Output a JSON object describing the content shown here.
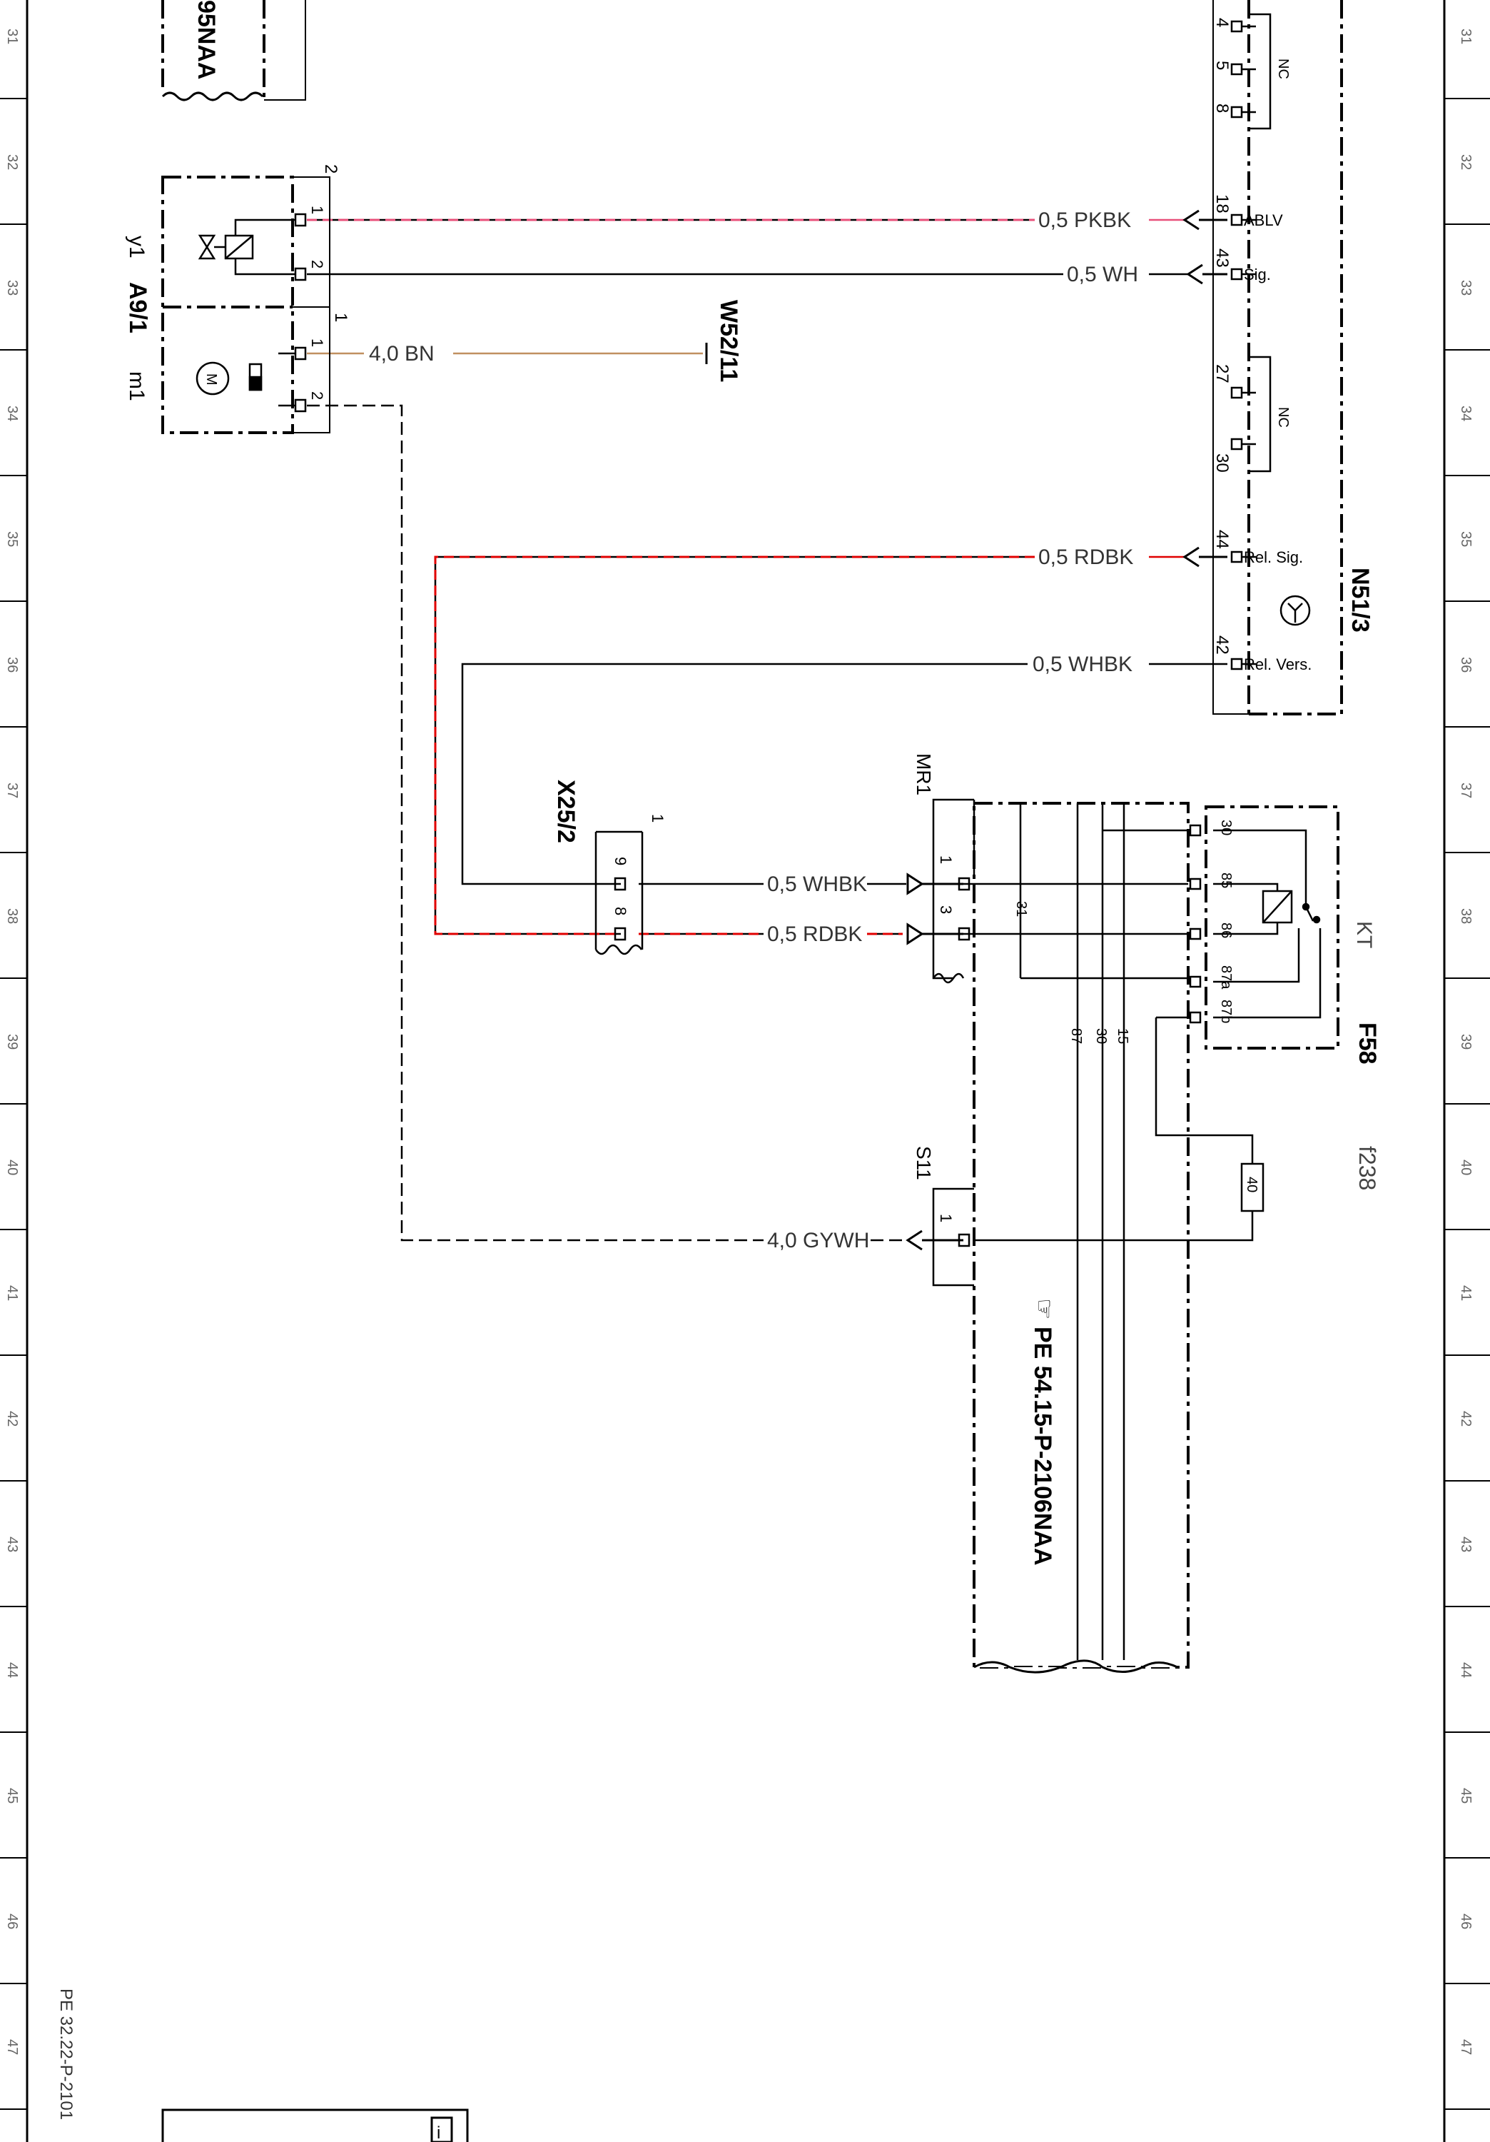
{
  "grid": {
    "rows": [
      "31",
      "32",
      "33",
      "34",
      "35",
      "36",
      "37",
      "38",
      "39",
      "40",
      "41",
      "42",
      "43",
      "44",
      "45",
      "46",
      "47"
    ]
  },
  "document": {
    "reference": "PE 32.22-P-2101"
  },
  "components": {
    "cutoff_ref": "95NAA",
    "a9_1": {
      "label": "A9/1",
      "valve_label": "y1",
      "motor_label": "m1",
      "pin_top": "2",
      "pin_bottom": "1",
      "valve_pins": [
        "1",
        "2"
      ],
      "motor_pins": [
        "1",
        "2"
      ]
    },
    "w52_11": {
      "label": "W52/11"
    },
    "x25_2": {
      "label": "X25/2",
      "header_pin": "1",
      "pins": [
        "9",
        "8"
      ]
    },
    "mr1": {
      "label": "MR1",
      "pins": [
        "1",
        "3"
      ]
    },
    "s11": {
      "label": "S11",
      "pin": "1"
    },
    "pe_ref": {
      "label": "PE 54.15-P-2106NAA"
    },
    "f58": {
      "label": "F58",
      "relay_label": "KT",
      "pins": [
        "30",
        "85",
        "86",
        "87a",
        "87b"
      ],
      "bus_labels": [
        "31",
        "87",
        "30",
        "15"
      ]
    },
    "f238": {
      "label": "f238",
      "fuse_value": "40"
    },
    "n51_3": {
      "label": "N51/3",
      "pins_top": [
        "4",
        "5",
        "8"
      ],
      "nc_label": "NC",
      "pins": [
        {
          "num": "18",
          "name": "ABLV"
        },
        {
          "num": "43",
          "name": "Sig."
        },
        {
          "num": "27",
          "name": ""
        },
        {
          "num": "30",
          "name": ""
        },
        {
          "num": "44",
          "name": "Rel. Sig."
        },
        {
          "num": "42",
          "name": "Rel. Vers."
        }
      ]
    }
  },
  "wires": [
    {
      "id": "pkbk",
      "label": "0,5 PKBK",
      "color": "#e8507a"
    },
    {
      "id": "wh",
      "label": "0,5 WH",
      "color": "#000000"
    },
    {
      "id": "bn",
      "label": "4,0 BN",
      "color": "#c09060"
    },
    {
      "id": "rdbk_top",
      "label": "0,5 RDBK",
      "color": "#e00000"
    },
    {
      "id": "whbk_top",
      "label": "0,5 WHBK",
      "color": "#000000"
    },
    {
      "id": "whbk_mid",
      "label": "0,5 WHBK",
      "color": "#000000"
    },
    {
      "id": "rdbk_mid",
      "label": "0,5 RDBK",
      "color": "#e00000"
    },
    {
      "id": "gywh",
      "label": "4,0 GYWH",
      "color": "#777777"
    }
  ]
}
